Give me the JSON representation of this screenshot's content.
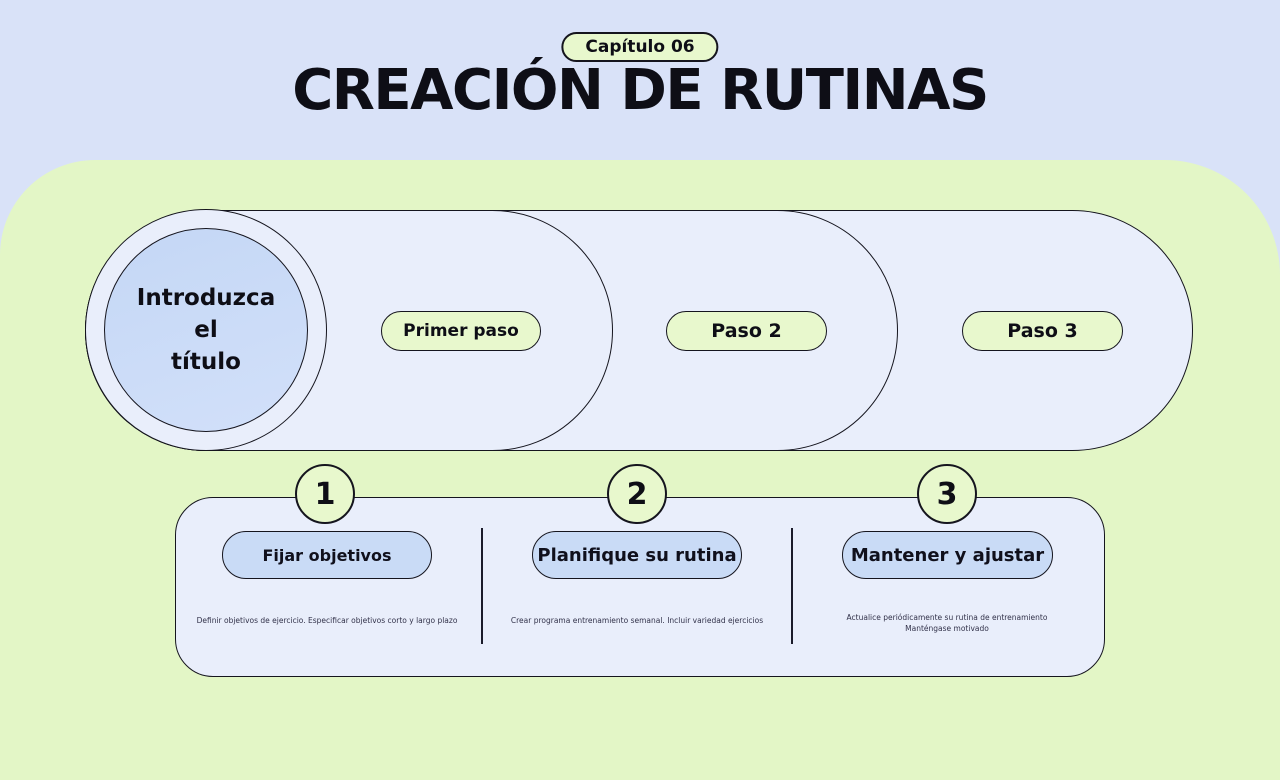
{
  "slide": {
    "chapter_badge": "Capítulo 06",
    "title": "CREACIÓN DE RUTINAS"
  },
  "flow": {
    "start_circle_label": "Introduzca\nel\ntítulo",
    "steps": [
      {
        "label": "Primer paso"
      },
      {
        "label": "Paso 2"
      },
      {
        "label": "Paso 3"
      }
    ]
  },
  "details": [
    {
      "number": "1",
      "title": "Fijar objetivos",
      "description": "Definir objetivos de ejercicio. Especificar objetivos corto y largo plazo"
    },
    {
      "number": "2",
      "title": "Planifique su rutina",
      "description": "Crear programa entrenamiento semanal. Incluir variedad ejercicios"
    },
    {
      "number": "3",
      "title": "Mantener y ajustar",
      "description": "Actualice periódicamente su rutina de entrenamiento\nManténgase motivado"
    }
  ],
  "colors": {
    "background_top": "#d9e2f8",
    "panel_green": "#e3f6c6",
    "accent_green": "#e8f8cd",
    "band_blue": "#e9eefb",
    "placeholder_blue": "#c9dbf6",
    "outline": "#15151e",
    "text": "#0e0e16"
  }
}
